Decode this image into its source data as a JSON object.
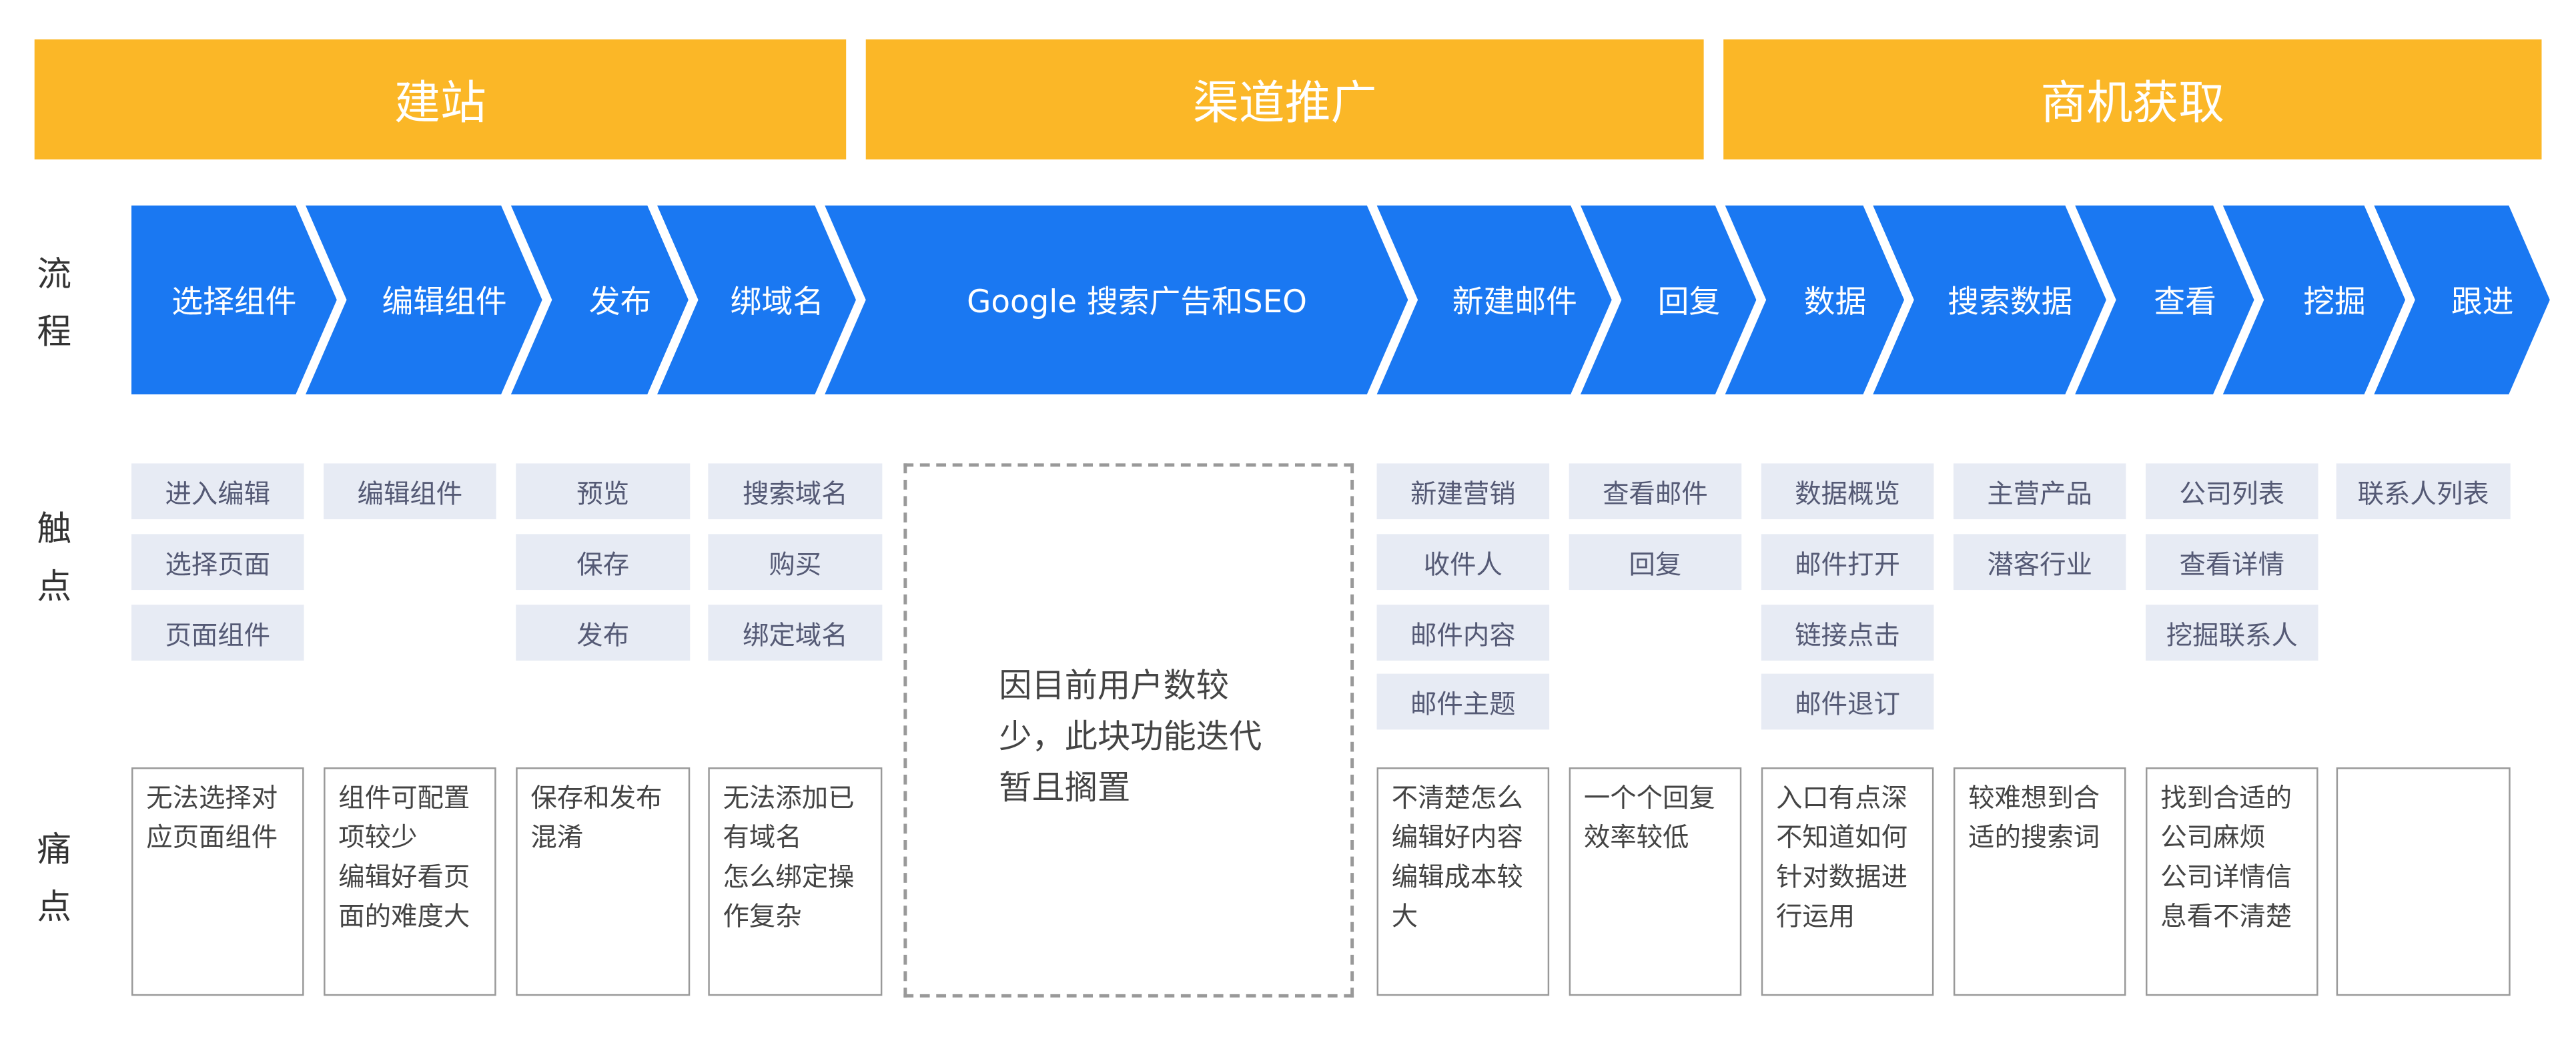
{
  "phases": [
    "建站",
    "渠道推广",
    "商机获取"
  ],
  "row_labels": {
    "flow": "流程",
    "touchpoints": "触点",
    "pain_points": "痛点"
  },
  "flow_steps": [
    "选择组件",
    "编辑组件",
    "发布",
    "绑域名",
    "Google 搜索广告和SEO",
    "新建邮件",
    "回复",
    "数据",
    "搜索数据",
    "查看",
    "挖掘",
    "跟进"
  ],
  "touchpoints": [
    [
      "进入编辑",
      "选择页面",
      "页面组件"
    ],
    [
      "编辑组件"
    ],
    [
      "预览",
      "保存",
      "发布"
    ],
    [
      "搜索域名",
      "购买",
      "绑定域名"
    ],
    [
      "新建营销",
      "收件人",
      "邮件内容",
      "邮件主题"
    ],
    [
      "查看邮件",
      "回复"
    ],
    [
      "数据概览",
      "邮件打开",
      "链接点击",
      "邮件退订"
    ],
    [
      "主营产品",
      "潜客行业"
    ],
    [
      "公司列表",
      "查看详情",
      "挖掘联系人"
    ],
    [
      "联系人列表"
    ]
  ],
  "pain_points": [
    "无法选择对应页面组件",
    "组件可配置项较少\n编辑好看页面的难度大",
    "保存和发布混淆",
    "无法添加已有域名\n怎么绑定操作复杂",
    "不清楚怎么编辑好内容编辑成本较大",
    "一个个回复效率较低",
    "入口有点深不知道如何针对数据进行运用",
    "较难想到合适的搜索词",
    "找到合适的公司麻烦\n公司详情信息看不清楚",
    ""
  ],
  "seo_note": "因目前用户数较少，此块功能迭代暂且搁置",
  "colors": {
    "phase": "#FBB727",
    "flow": "#1A78F2",
    "touchpoint_bg": "#E7EBF4"
  }
}
